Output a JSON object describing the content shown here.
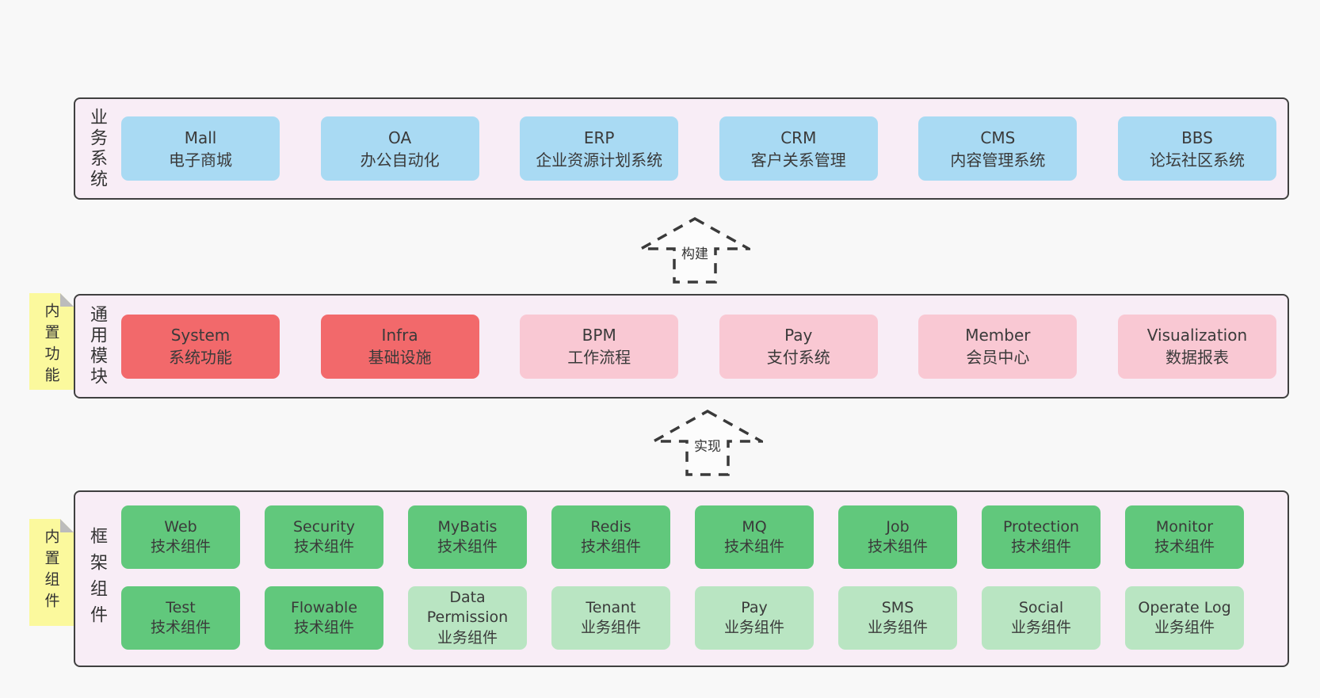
{
  "colors": {
    "page_background": "#f8f8f8",
    "band_background": "#f8edf6",
    "band_border": "#404040",
    "blue_box": "#a9daf3",
    "red_box": "#f2696b",
    "pink_box": "#f9c8d3",
    "green_box": "#61c87c",
    "light_green_box": "#b9e5c2",
    "sticky_note": "#fbf99d",
    "sticky_fold": "#bcbcbc",
    "text": "#3a3a3a"
  },
  "arrows": [
    {
      "label": "构建"
    },
    {
      "label": "实现"
    }
  ],
  "stickies": [
    {
      "label": "内置功能"
    },
    {
      "label": "内置组件"
    }
  ],
  "bands": [
    {
      "label": "业务系统",
      "boxes": [
        {
          "name": "Mall",
          "subtitle": "电子商城"
        },
        {
          "name": "OA",
          "subtitle": "办公自动化"
        },
        {
          "name": "ERP",
          "subtitle": "企业资源计划系统"
        },
        {
          "name": "CRM",
          "subtitle": "客户关系管理"
        },
        {
          "name": "CMS",
          "subtitle": "内容管理系统"
        },
        {
          "name": "BBS",
          "subtitle": "论坛社区系统"
        }
      ]
    },
    {
      "label": "通用模块",
      "boxes": [
        {
          "name": "System",
          "subtitle": "系统功能"
        },
        {
          "name": "Infra",
          "subtitle": "基础设施"
        },
        {
          "name": "BPM",
          "subtitle": "工作流程"
        },
        {
          "name": "Pay",
          "subtitle": "支付系统"
        },
        {
          "name": "Member",
          "subtitle": "会员中心"
        },
        {
          "name": "Visualization",
          "subtitle": "数据报表"
        }
      ]
    },
    {
      "label": "框架组件",
      "rows": [
        [
          {
            "name": "Web",
            "subtitle": "技术组件"
          },
          {
            "name": "Security",
            "subtitle": "技术组件"
          },
          {
            "name": "MyBatis",
            "subtitle": "技术组件"
          },
          {
            "name": "Redis",
            "subtitle": "技术组件"
          },
          {
            "name": "MQ",
            "subtitle": "技术组件"
          },
          {
            "name": "Job",
            "subtitle": "技术组件"
          },
          {
            "name": "Protection",
            "subtitle": "技术组件"
          },
          {
            "name": "Monitor",
            "subtitle": "技术组件"
          }
        ],
        [
          {
            "name": "Test",
            "subtitle": "技术组件"
          },
          {
            "name": "Flowable",
            "subtitle": "技术组件"
          },
          {
            "name": "Data Permission",
            "subtitle": "业务组件"
          },
          {
            "name": "Tenant",
            "subtitle": "业务组件"
          },
          {
            "name": "Pay",
            "subtitle": "业务组件"
          },
          {
            "name": "SMS",
            "subtitle": "业务组件"
          },
          {
            "name": "Social",
            "subtitle": "业务组件"
          },
          {
            "name": "Operate Log",
            "subtitle": "业务组件"
          }
        ]
      ]
    }
  ]
}
